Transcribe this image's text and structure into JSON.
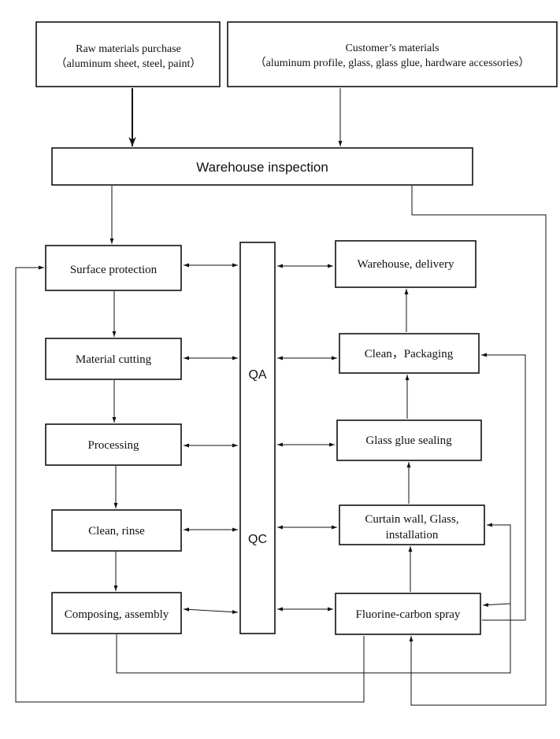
{
  "nodes": {
    "raw_materials": [
      "Raw materials purchase",
      "（aluminum sheet, steel, paint）"
    ],
    "customer_materials": [
      "Customer’s materials",
      "（aluminum profile, glass, glass glue, hardware accessories）"
    ],
    "warehouse_inspection": "Warehouse inspection",
    "surface_protection": "Surface protection",
    "material_cutting": "Material cutting",
    "processing": "Processing",
    "clean_rinse": "Clean, rinse",
    "composing_assembly": "Composing, assembly",
    "qa_qc": [
      "QA",
      "QC"
    ],
    "warehouse_delivery": "Warehouse, delivery",
    "clean_packaging": "Clean，Packaging",
    "glass_glue_sealing": "Glass glue sealing",
    "curtain_wall": [
      "Curtain wall, Glass,",
      "installation"
    ],
    "fluorine_spray": "Fluorine-carbon spray"
  }
}
